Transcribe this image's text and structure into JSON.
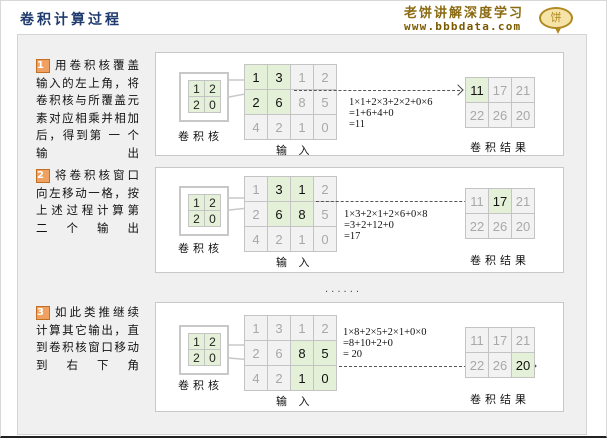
{
  "header": {
    "title": "卷积计算过程",
    "brand_cn": "老饼讲解深度学习",
    "brand_url": "www.bbbdata.com",
    "brand_badge": "饼"
  },
  "labels": {
    "kernel": "卷积核",
    "input": "输 入",
    "output": "卷积结果"
  },
  "colors": {
    "title": "#1e3a6e",
    "brand": "#8a6a10",
    "highlight_cell": "#e4f0d8",
    "dim_cell": "#f2f2f2",
    "step_badge": "#f0a060"
  },
  "kernel": [
    [
      1,
      2
    ],
    [
      2,
      0
    ]
  ],
  "input": [
    [
      1,
      3,
      1,
      2
    ],
    [
      2,
      6,
      8,
      5
    ],
    [
      4,
      2,
      1,
      0
    ]
  ],
  "output": [
    [
      11,
      17,
      21
    ],
    [
      22,
      26,
      20
    ]
  ],
  "ellipsis": "......",
  "steps": [
    {
      "num": "1",
      "text": "用卷积核覆盖输入的左上角，将卷积核与所覆盖元素对应相乘并相加后，得到第 一 个 输 出",
      "formula": [
        "1×1+2×3+2×2+0×6",
        "=1+6+4+0",
        "=11"
      ],
      "input_highlight": [
        [
          0,
          0
        ],
        [
          0,
          1
        ],
        [
          1,
          0
        ],
        [
          1,
          1
        ]
      ],
      "output_highlight": [
        0,
        0
      ]
    },
    {
      "num": "2",
      "text": "将卷积核窗口向左移动一格，按上述过程计算第 二 个 输 出",
      "formula": [
        "1×3+2×1+2×6+0×8",
        "=3+2+12+0",
        "=17"
      ],
      "input_highlight": [
        [
          0,
          1
        ],
        [
          0,
          2
        ],
        [
          1,
          1
        ],
        [
          1,
          2
        ]
      ],
      "output_highlight": [
        0,
        1
      ]
    },
    {
      "num": "3",
      "text": "如此类推继续计算其它输出，直到卷积核窗口移动到右下角",
      "formula": [
        "1×8+2×5+2×1+0×0",
        "=8+10+2+0",
        "= 20"
      ],
      "input_highlight": [
        [
          1,
          2
        ],
        [
          1,
          3
        ],
        [
          2,
          2
        ],
        [
          2,
          3
        ]
      ],
      "output_highlight": [
        1,
        2
      ]
    }
  ]
}
